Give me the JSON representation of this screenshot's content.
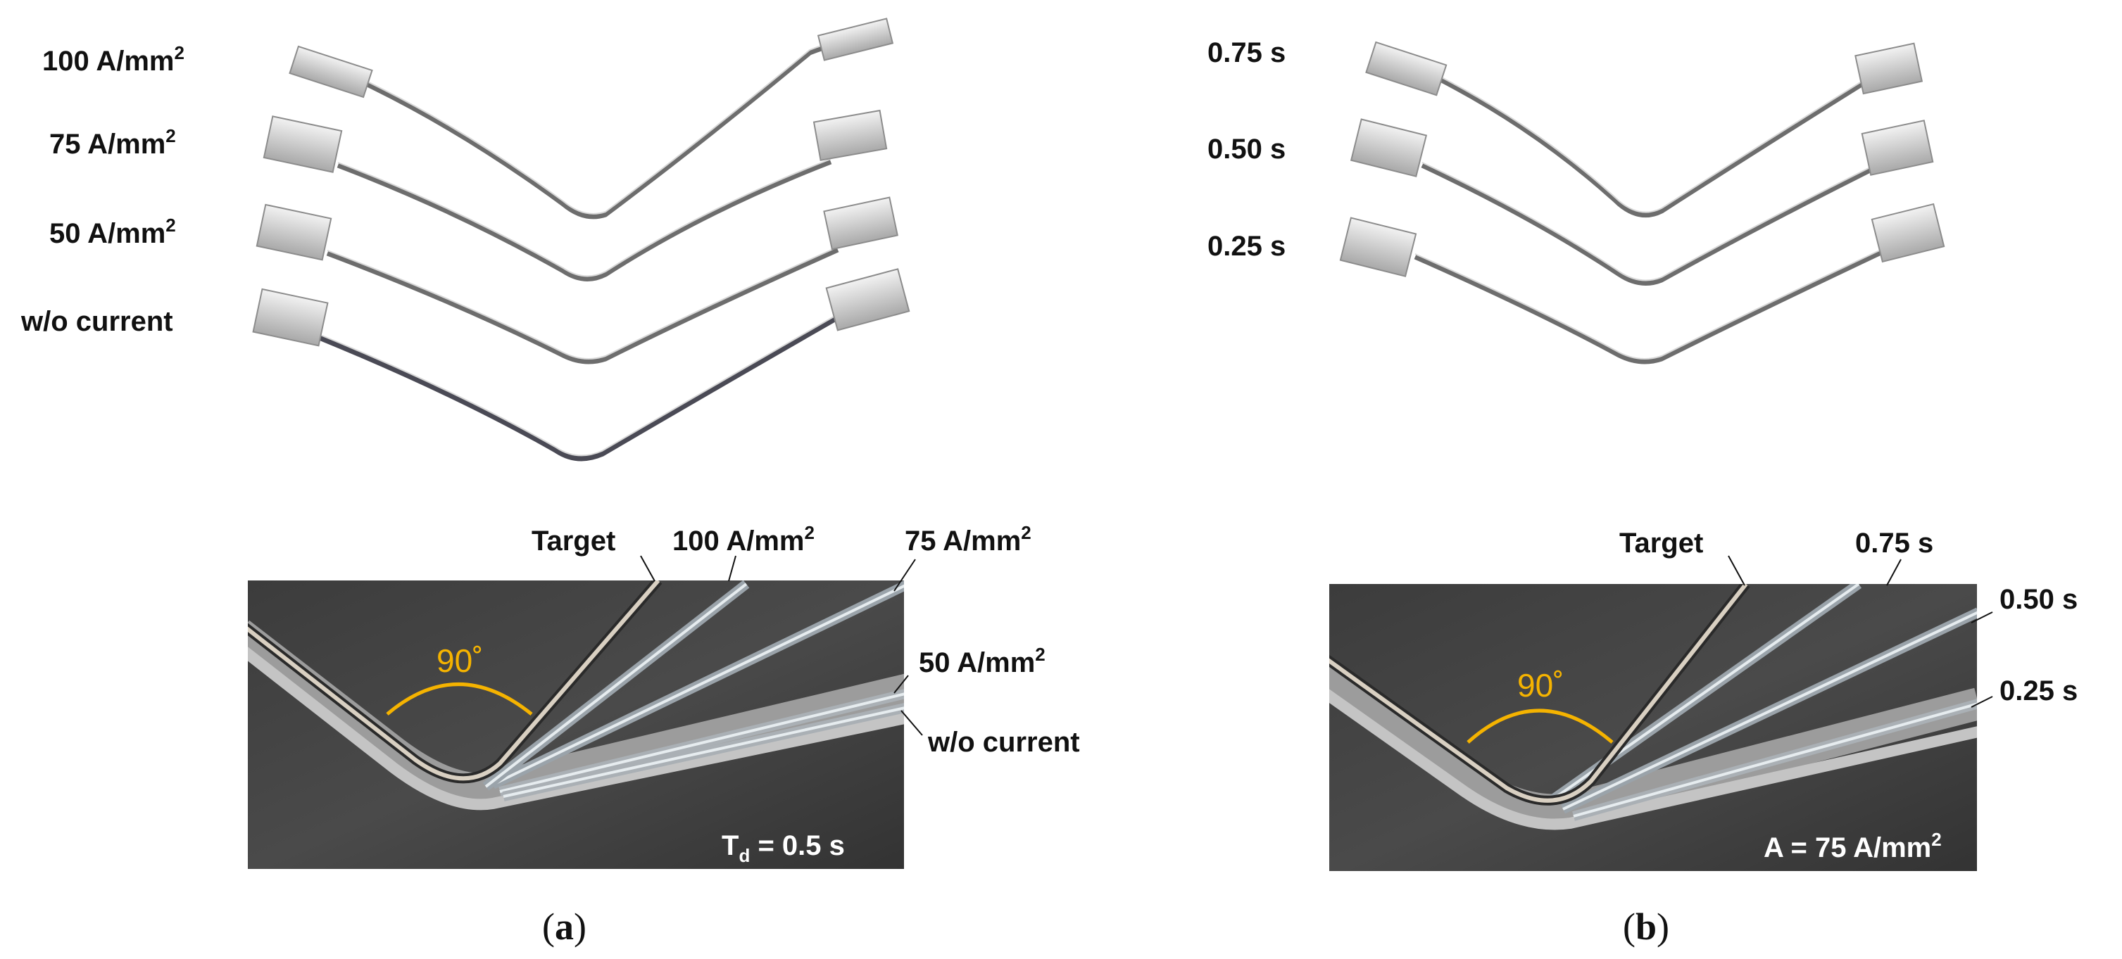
{
  "panel_a": {
    "specimen_labels": [
      "100 A/mm",
      "75 A/mm",
      "50 A/mm",
      "w/o current"
    ],
    "specimen_label_sups": [
      "2",
      "2",
      "2",
      ""
    ],
    "detail": {
      "target_label": "Target",
      "line_labels": [
        "100 A/mm",
        "75 A/mm",
        "50 A/mm",
        "w/o current"
      ],
      "line_label_sups": [
        "2",
        "2",
        "2",
        ""
      ],
      "angle_label": "90˚",
      "param_main": "T",
      "param_sub": "d",
      "param_rest": " = 0.5 s"
    },
    "caption_letter": "a"
  },
  "panel_b": {
    "specimen_labels": [
      "0.75 s",
      "0.50 s",
      "0.25 s"
    ],
    "detail": {
      "target_label": "Target",
      "line_labels": [
        "0.75 s",
        "0.50 s",
        "0.25 s"
      ],
      "angle_label": "90˚",
      "param_main": "A = 75 A/mm",
      "param_sup": "2"
    },
    "caption_letter": "b"
  }
}
